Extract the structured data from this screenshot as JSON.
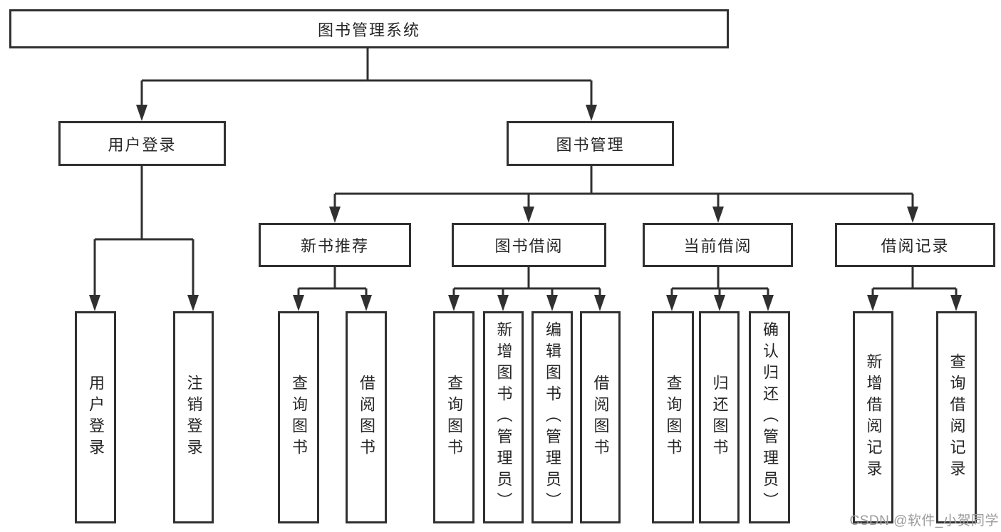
{
  "diagram": {
    "root": {
      "label": "图书管理系统"
    },
    "level2": [
      {
        "label": "用户登录"
      },
      {
        "label": "图书管理"
      }
    ],
    "level3": [
      {
        "label": "新书推荐"
      },
      {
        "label": "图书借阅"
      },
      {
        "label": "当前借阅"
      },
      {
        "label": "借阅记录"
      }
    ],
    "leaves": [
      {
        "label": "用户登录"
      },
      {
        "label": "注销登录"
      },
      {
        "label": "查询图书"
      },
      {
        "label": "借阅图书"
      },
      {
        "label": "查询图书"
      },
      {
        "label": "新增图书（管理员）"
      },
      {
        "label": "编辑图书（管理员）"
      },
      {
        "label": "借阅图书"
      },
      {
        "label": "查询图书"
      },
      {
        "label": "归还图书"
      },
      {
        "label": "确认归还（管理员）"
      },
      {
        "label": "新增借阅记录"
      },
      {
        "label": "查询借阅记录"
      }
    ],
    "colors": {
      "line": "#303030",
      "text": "#262626",
      "background": "#ffffff",
      "watermark": "#9b9b9b"
    },
    "watermark": "CSDN @软件_小贺同学"
  }
}
